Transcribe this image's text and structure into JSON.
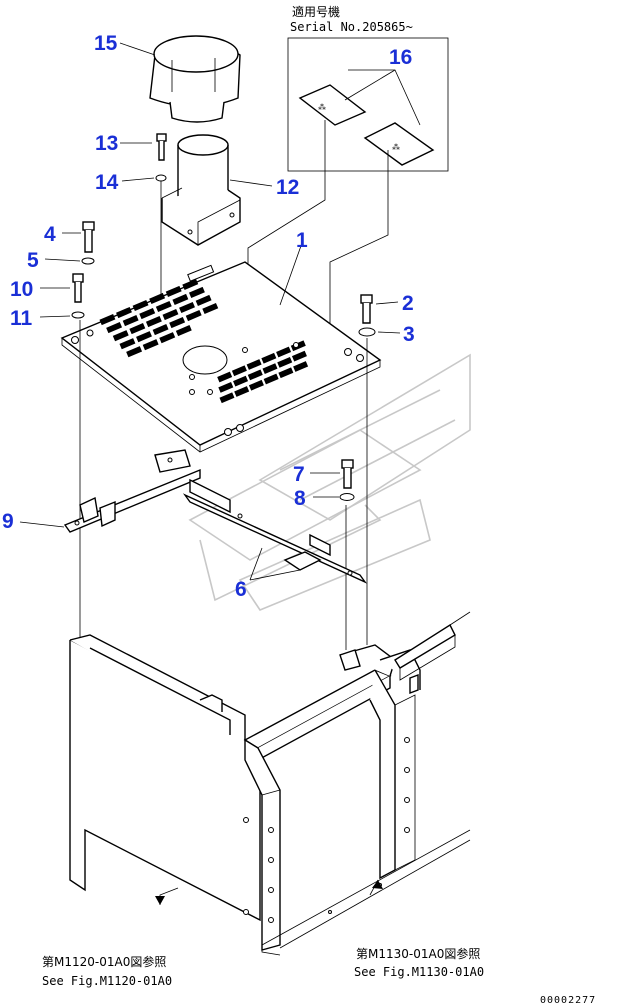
{
  "applicability_box": {
    "heading_jp": "適用号機",
    "serial_text": "Serial No.205865~"
  },
  "callouts": [
    {
      "id": "c1",
      "label": "1"
    },
    {
      "id": "c2",
      "label": "2"
    },
    {
      "id": "c3",
      "label": "3"
    },
    {
      "id": "c4",
      "label": "4"
    },
    {
      "id": "c5",
      "label": "5"
    },
    {
      "id": "c6",
      "label": "6"
    },
    {
      "id": "c7",
      "label": "7"
    },
    {
      "id": "c8",
      "label": "8"
    },
    {
      "id": "c9",
      "label": "9"
    },
    {
      "id": "c10",
      "label": "10"
    },
    {
      "id": "c11",
      "label": "11"
    },
    {
      "id": "c12",
      "label": "12"
    },
    {
      "id": "c13",
      "label": "13"
    },
    {
      "id": "c14",
      "label": "14"
    },
    {
      "id": "c15",
      "label": "15"
    },
    {
      "id": "c16",
      "label": "16"
    }
  ],
  "references": {
    "left_jp": "第M1120-01A0図参照",
    "left_en": "See Fig.M1120-01A0",
    "right_jp": "第M1130-01A0図参照",
    "right_en": "See Fig.M1130-01A0"
  },
  "drawing_code": "00002277",
  "colors": {
    "callout": "#1a2fd6",
    "line": "#000000",
    "watermark": "#c8c8c8"
  }
}
